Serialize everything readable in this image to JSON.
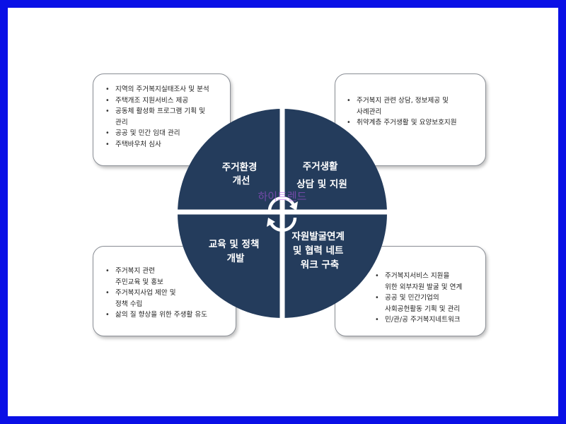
{
  "diagram": {
    "watermark": "하이트렌드",
    "quadrants": {
      "top_left": {
        "lines": [
          "주거환경",
          "개선"
        ]
      },
      "top_right": {
        "lines": [
          "주거생활",
          "상담 및 지원"
        ]
      },
      "bottom_left": {
        "lines": [
          "교육 및 정책",
          "개발"
        ]
      },
      "bottom_right": {
        "lines": [
          "자원발굴연계",
          "및 협력 네트",
          "워크 구축"
        ]
      }
    },
    "boxes": {
      "top_left": [
        "지역의 주거복지실태조사 및 분석",
        "주택개조 지원서비스 제공",
        "공동체 활성화 프로그램 기획 및\n관리",
        "공공 및 민간 임대 관리",
        "주택바우처 심사"
      ],
      "top_right": [
        "주거복지 관련 상담, 정보제공 및\n사례관리",
        "취약계층 주거생활 및 요양보호지원"
      ],
      "bottom_left": [
        "주거복지 관련\n주민교육 및 홍보",
        "주거복지사업 제안 및\n정책 수립",
        "삶의 질 향상을 위한 주생활 유도"
      ],
      "bottom_right": [
        "주거복지서비스 지원을\n위한 외부자원 발굴 및 연계",
        "공공 및 민간기업의\n사회공헌활동 기획 및 관리",
        "민/관/공 주거복지네트워크"
      ]
    },
    "colors": {
      "quadrant": "#243c5c",
      "frame": "#0a10e6",
      "gap": "#ffffff"
    }
  }
}
